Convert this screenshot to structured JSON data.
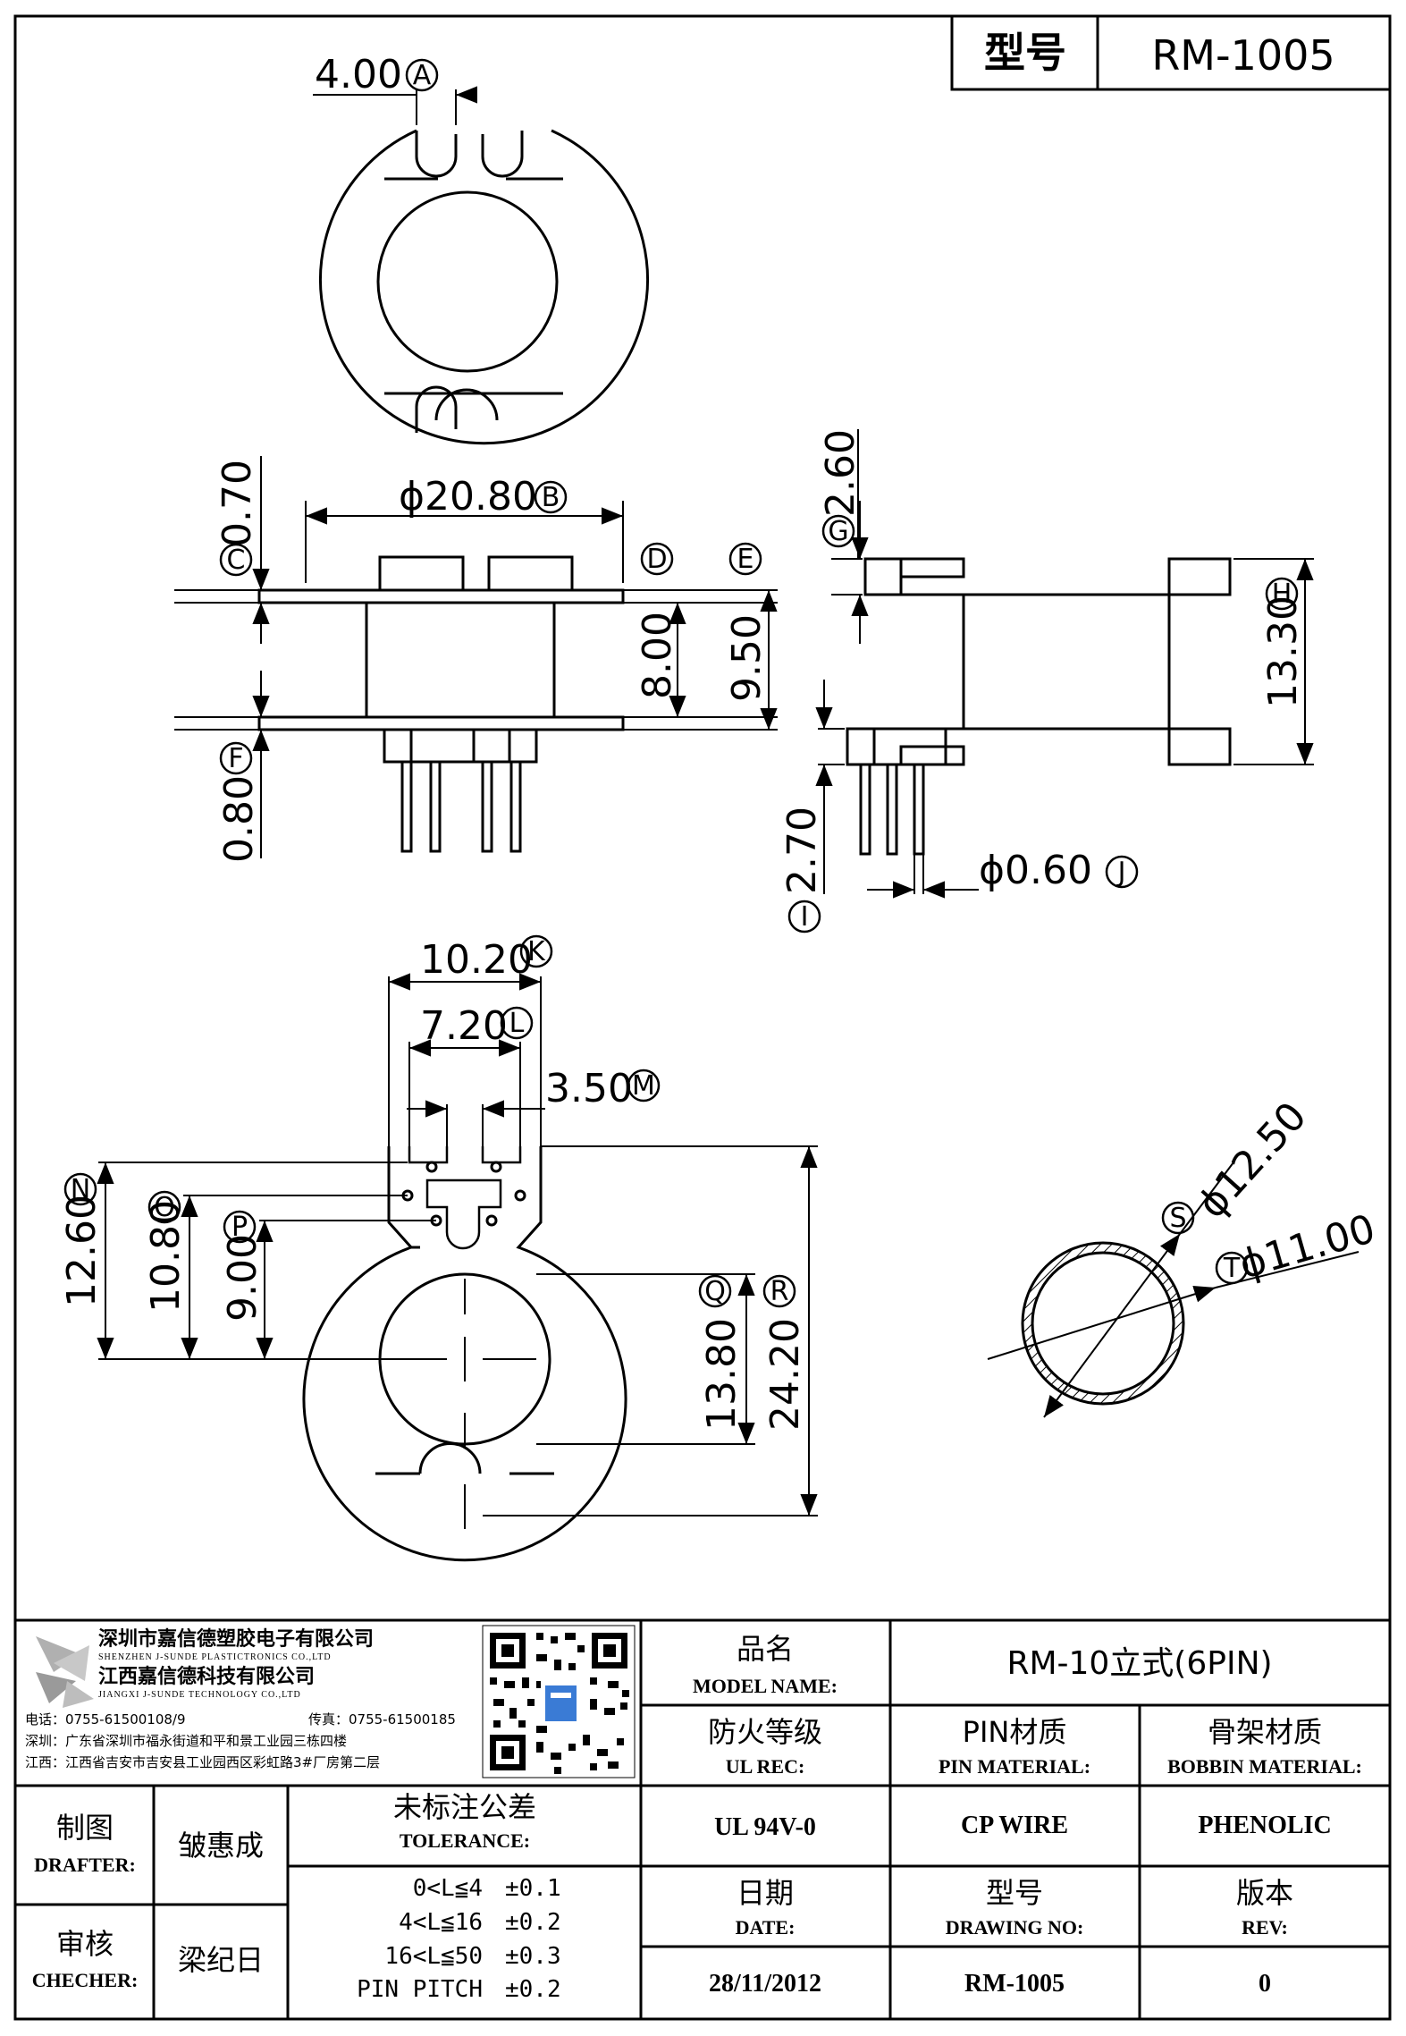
{
  "header": {
    "model_label": "型号",
    "model_value": "RM-1005"
  },
  "dimensions": {
    "A": {
      "letter": "A",
      "value": "4.00"
    },
    "B": {
      "letter": "B",
      "value": "ϕ20.80"
    },
    "C": {
      "letter": "C",
      "value": "0.70"
    },
    "D": {
      "letter": "D",
      "value": "8.00"
    },
    "E": {
      "letter": "E",
      "value": "9.50"
    },
    "F": {
      "letter": "F",
      "value": "0.80"
    },
    "G": {
      "letter": "G",
      "value": "2.60"
    },
    "H": {
      "letter": "H",
      "value": "13.30"
    },
    "I": {
      "letter": "I",
      "value": "2.70"
    },
    "J": {
      "letter": "J",
      "value": "ϕ0.60"
    },
    "K": {
      "letter": "K",
      "value": "10.20"
    },
    "L": {
      "letter": "L",
      "value": "7.20"
    },
    "M": {
      "letter": "M",
      "value": "3.50"
    },
    "N": {
      "letter": "N",
      "value": "12.60"
    },
    "O": {
      "letter": "O",
      "value": "10.80"
    },
    "P": {
      "letter": "P",
      "value": "9.00"
    },
    "Q": {
      "letter": "Q",
      "value": "13.80"
    },
    "R": {
      "letter": "R",
      "value": "24.20"
    },
    "S": {
      "letter": "S",
      "value": "ϕ12.50"
    },
    "T": {
      "letter": "T",
      "value": "ϕ11.00"
    }
  },
  "company": {
    "name_sz": "深圳市嘉信德塑胶电子有限公司",
    "name_sz_en": "SHENZHEN J-SUNDE PLASTICTRONICS CO.,LTD",
    "name_jx": "江西嘉信德科技有限公司",
    "name_jx_en": "JIANGXI J-SUNDE TECHNOLOGY CO.,LTD",
    "phone": "电话：0755-61500108/9",
    "fax": "传真：0755-61500185",
    "addr_sz": "深圳：广东省深圳市福永街道和平和景工业园三栋四楼",
    "addr_jx": "江西：江西省吉安市吉安县工业园西区彩虹路3#厂房第二层"
  },
  "title_block": {
    "model_name_cn": "品名",
    "model_name_en": "MODEL NAME:",
    "model_name_value": "RM-10立式(6PIN)",
    "ul_cn": "防火等级",
    "ul_en": "UL REC:",
    "ul_value": "UL 94V-0",
    "pin_cn": "PIN材质",
    "pin_en": "PIN MATERIAL:",
    "pin_value": "CP WIRE",
    "bobbin_cn": "骨架材质",
    "bobbin_en": "BOBBIN MATERIAL:",
    "bobbin_value": "PHENOLIC",
    "drafter_cn": "制图",
    "drafter_en": "DRAFTER:",
    "drafter_value": "皱惠成",
    "checker_cn": "审核",
    "checker_en": "CHECHER:",
    "checker_value": "梁纪日",
    "tol_cn": "未标注公差",
    "tol_en": "TOLERANCE:",
    "tol_rows": [
      {
        "range": "0<L≦4",
        "value": "±0.1"
      },
      {
        "range": "4<L≦16",
        "value": "±0.2"
      },
      {
        "range": "16<L≦50",
        "value": "±0.3"
      },
      {
        "range": "PIN PITCH",
        "value": "±0.2"
      }
    ],
    "date_cn": "日期",
    "date_en": "DATE:",
    "date_value": "28/11/2012",
    "drawing_cn": "型号",
    "drawing_en": "DRAWING NO:",
    "drawing_value": "RM-1005",
    "rev_cn": "版本",
    "rev_en": "REV:",
    "rev_value": "0"
  }
}
